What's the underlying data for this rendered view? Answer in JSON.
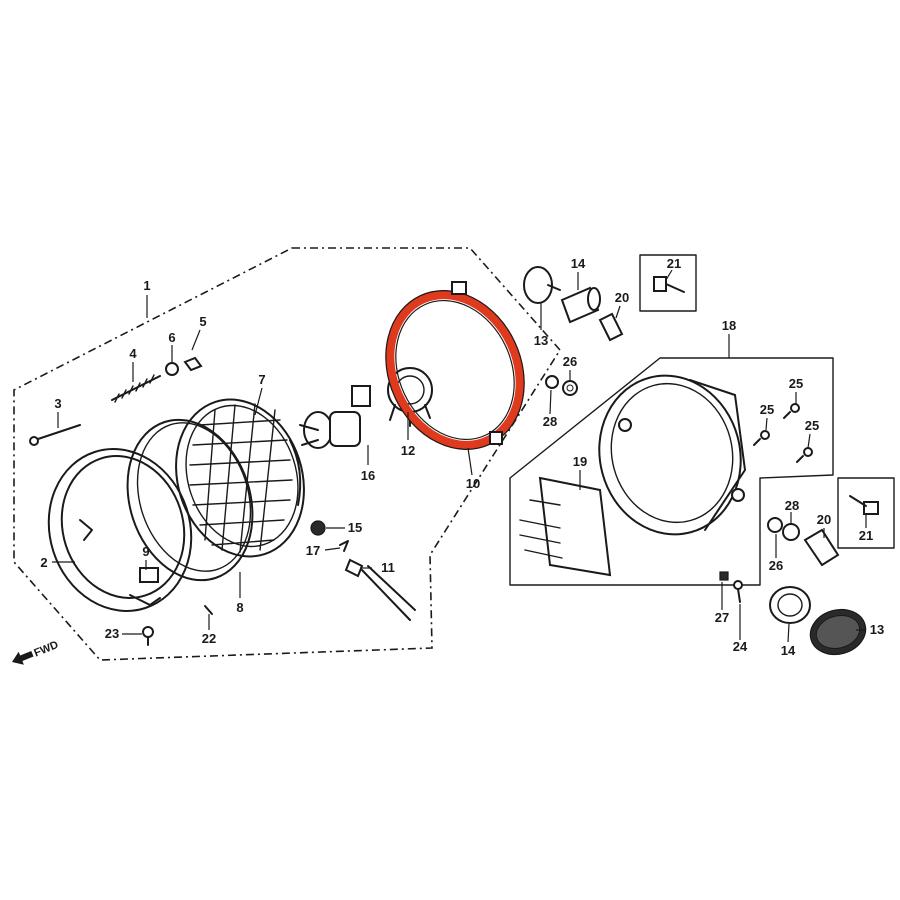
{
  "accent_color": "#e03a1e",
  "fwd_label": "FWD",
  "callouts": [
    {
      "id": "c1",
      "label": "1"
    },
    {
      "id": "c2",
      "label": "2"
    },
    {
      "id": "c3",
      "label": "3"
    },
    {
      "id": "c4",
      "label": "4"
    },
    {
      "id": "c5",
      "label": "5"
    },
    {
      "id": "c6",
      "label": "6"
    },
    {
      "id": "c7",
      "label": "7"
    },
    {
      "id": "c8",
      "label": "8"
    },
    {
      "id": "c9",
      "label": "9"
    },
    {
      "id": "c10",
      "label": "10"
    },
    {
      "id": "c11",
      "label": "11"
    },
    {
      "id": "c12",
      "label": "12"
    },
    {
      "id": "c13a",
      "label": "13"
    },
    {
      "id": "c13b",
      "label": "13"
    },
    {
      "id": "c14a",
      "label": "14"
    },
    {
      "id": "c14b",
      "label": "14"
    },
    {
      "id": "c15",
      "label": "15"
    },
    {
      "id": "c16",
      "label": "16"
    },
    {
      "id": "c17",
      "label": "17"
    },
    {
      "id": "c18",
      "label": "18"
    },
    {
      "id": "c19",
      "label": "19"
    },
    {
      "id": "c20a",
      "label": "20"
    },
    {
      "id": "c20b",
      "label": "20"
    },
    {
      "id": "c21a",
      "label": "21"
    },
    {
      "id": "c21b",
      "label": "21"
    },
    {
      "id": "c22",
      "label": "22"
    },
    {
      "id": "c23",
      "label": "23"
    },
    {
      "id": "c24",
      "label": "24"
    },
    {
      "id": "c25a",
      "label": "25"
    },
    {
      "id": "c25b",
      "label": "25"
    },
    {
      "id": "c25c",
      "label": "25"
    },
    {
      "id": "c26a",
      "label": "26"
    },
    {
      "id": "c26b",
      "label": "26"
    },
    {
      "id": "c27",
      "label": "27"
    },
    {
      "id": "c28a",
      "label": "28"
    },
    {
      "id": "c28b",
      "label": "28"
    }
  ]
}
